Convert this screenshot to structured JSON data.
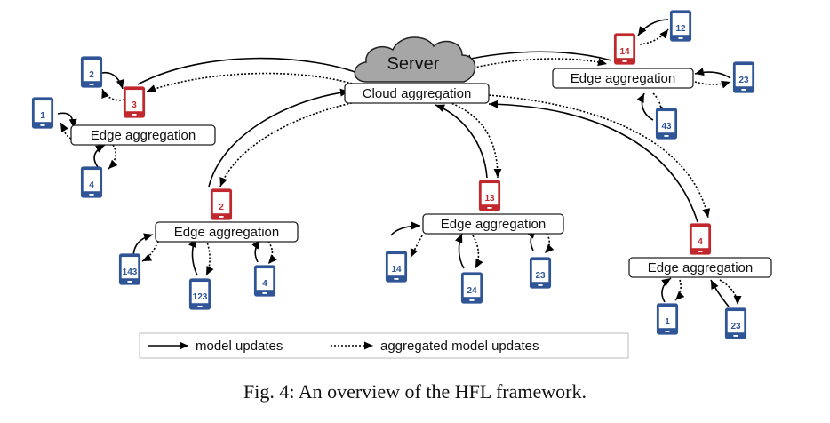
{
  "colors": {
    "client": "#2f5597",
    "edge": "#c0282d",
    "cloud_fill": "#a6a6a6",
    "arrow": "#000000"
  },
  "server": {
    "label": "Server",
    "aggregation_label": "Cloud aggregation"
  },
  "edge_label": "Edge aggregation",
  "clusters": [
    {
      "name": "left",
      "edge_digits": "3",
      "client_digits": [
        "1",
        "2",
        "4"
      ]
    },
    {
      "name": "center-left",
      "edge_digits": "2",
      "client_digits": [
        "143",
        "123",
        "4"
      ]
    },
    {
      "name": "center",
      "edge_digits": "13",
      "client_digits": [
        "14",
        "24",
        "23"
      ]
    },
    {
      "name": "top-right",
      "edge_digits": "14",
      "client_digits": [
        "12",
        "23",
        "43"
      ]
    },
    {
      "name": "bottom-right",
      "edge_digits": "4",
      "client_digits": [
        "1",
        "23"
      ]
    }
  ],
  "legend": {
    "solid_label": "model updates",
    "dotted_label": "aggregated model updates"
  },
  "caption": "Fig. 4: An overview of the HFL framework."
}
